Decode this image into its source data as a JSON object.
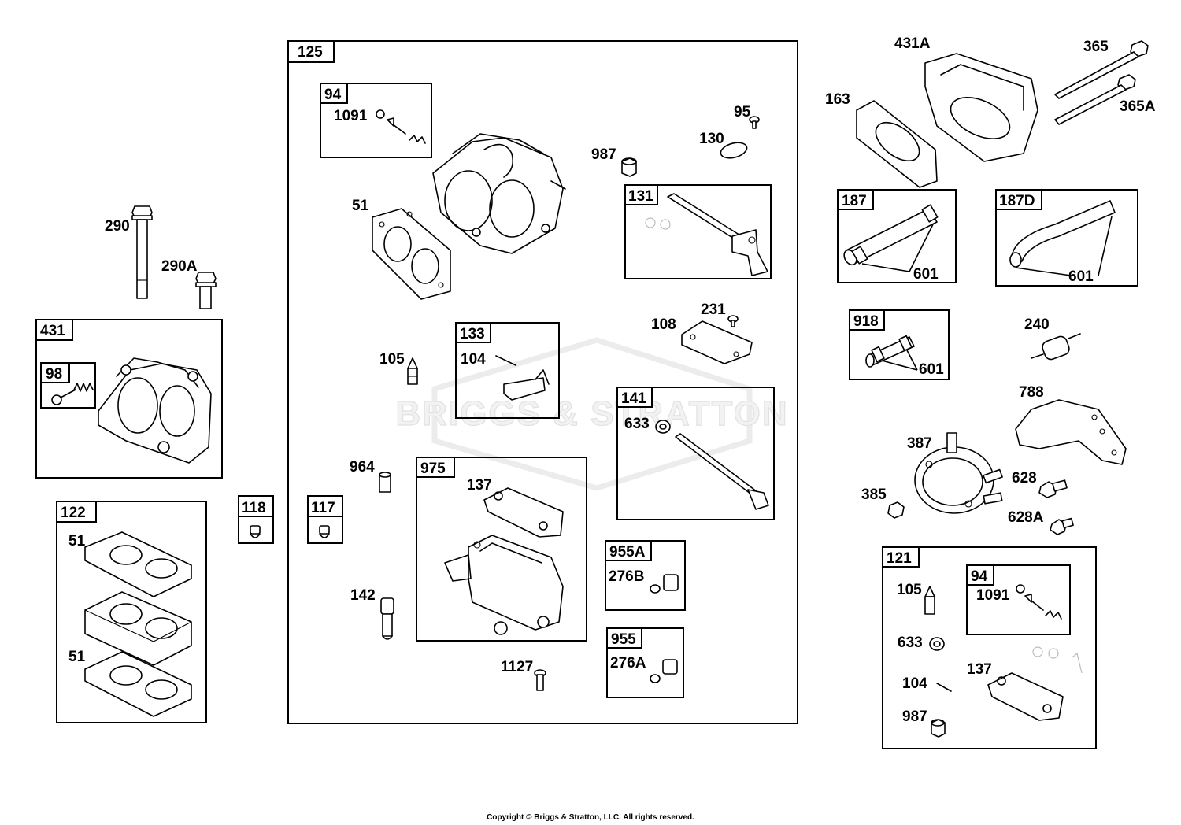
{
  "brand": {
    "watermark_logo": "BRIGGS & STRATTON"
  },
  "assemblies": {
    "a125": "125",
    "a94": "94",
    "a131": "131",
    "a133": "133",
    "a141": "141",
    "a975": "975",
    "a955A": "955A",
    "a955": "955",
    "a117": "117",
    "a118": "118",
    "a431": "431",
    "a98": "98",
    "a122": "122",
    "a187": "187",
    "a187D": "187D",
    "a918": "918",
    "a121": "121",
    "a94b": "94"
  },
  "parts": {
    "p1091": "1091",
    "p95": "95",
    "p130": "130",
    "p987": "987",
    "p51": "51",
    "p105": "105",
    "p104": "104",
    "p108": "108",
    "p231": "231",
    "p633": "633",
    "p964": "964",
    "p137": "137",
    "p142": "142",
    "p1127": "1127",
    "p276B": "276B",
    "p276A": "276A",
    "p290": "290",
    "p290A": "290A",
    "p51a": "51",
    "p51b": "51",
    "p431A": "431A",
    "p163": "163",
    "p365": "365",
    "p365A": "365A",
    "p601a": "601",
    "p601b": "601",
    "p601c": "601",
    "p240": "240",
    "p788": "788",
    "p387": "387",
    "p385": "385",
    "p628": "628",
    "p628A": "628A",
    "p105b": "105",
    "p1091b": "1091",
    "p633b": "633",
    "p137b": "137",
    "p104b": "104",
    "p987b": "987"
  },
  "footer": {
    "copyright": "Copyright © Briggs & Stratton, LLC. All rights reserved."
  }
}
